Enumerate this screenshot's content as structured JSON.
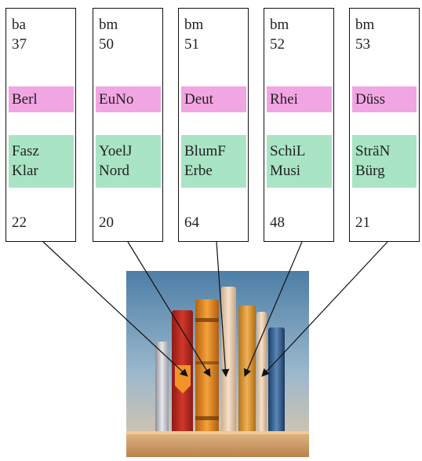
{
  "cards": [
    {
      "code": "ba",
      "number": "37",
      "pink": "Berl",
      "green1": "Fasz",
      "green2": "Klar",
      "count": "22"
    },
    {
      "code": "bm",
      "number": "50",
      "pink": "EuNo",
      "green1": "YoelJ",
      "green2": "Nord",
      "count": "20"
    },
    {
      "code": "bm",
      "number": "51",
      "pink": "Deut",
      "green1": "BlumF",
      "green2": "Erbe",
      "count": "64"
    },
    {
      "code": "bm",
      "number": "52",
      "pink": "Rhei",
      "green1": "SchiL",
      "green2": "Musi",
      "count": "48"
    },
    {
      "code": "bm",
      "number": "53",
      "pink": "Düss",
      "green1": "SträN",
      "green2": "Bürg",
      "count": "21"
    }
  ],
  "colors": {
    "pink_band": "#f2a5e3",
    "green_band": "#a9e4c4",
    "border": "#111111"
  },
  "image": {
    "icon": "books-on-shelf-icon"
  }
}
